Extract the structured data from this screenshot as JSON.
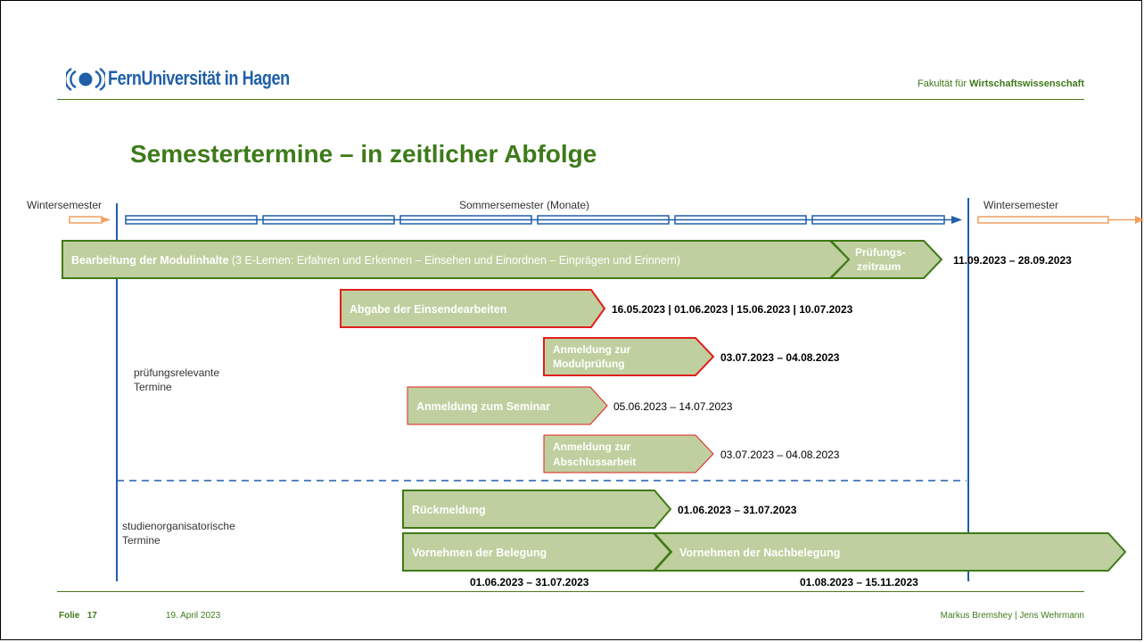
{
  "colors": {
    "green_dark": "#4a7a1a",
    "green_fill": "#bfcf9f",
    "green_stroke": "#3f7a16",
    "red_stroke": "#e0201c",
    "blue": "#1f5fa8",
    "orange": "#f0a060",
    "title_green": "#3e7a1a"
  },
  "header": {
    "logo_name": "FernUniversität in Hagen",
    "faculty_prefix": "Fakultät für ",
    "faculty_name": "Wirtschaftswissenschaft"
  },
  "title": "Semestertermine – in zeitlicher Abfolge",
  "timeline": {
    "left_label": "Wintersemester",
    "middle_label": "Sommersemester (Monate)",
    "right_label": "Wintersemester",
    "month_count": 6
  },
  "top_arrow": {
    "label_bold": "Bearbeitung der Modulinhalte",
    "label_rest": " (3 E-Lernen: Erfahren und Erkennen – Einsehen und Einordnen – Einprägen und Erinnern)",
    "exam_line1": "Prüfungs-",
    "exam_line2": "zeitraum",
    "exam_dates": "11.09.2023 – 28.09.2023"
  },
  "section_labels": {
    "exam_relevant_line1": "prüfungsrelevante",
    "exam_relevant_line2": "Termine",
    "org_line1": "studienorganisatorische",
    "org_line2": "Termine"
  },
  "items": {
    "submissions": {
      "label": "Abgabe der Einsendearbeiten",
      "dates": "16.05.2023 | 01.06.2023 | 15.06.2023 | 10.07.2023"
    },
    "module_exam": {
      "line1": "Anmeldung zur",
      "line2": "Modulprüfung",
      "dates": "03.07.2023 – 04.08.2023"
    },
    "seminar": {
      "label": "Anmeldung zum Seminar",
      "dates": "05.06.2023 – 14.07.2023"
    },
    "thesis": {
      "line1": "Anmeldung zur",
      "line2": "Abschlussarbeit",
      "dates": "03.07.2023 – 04.08.2023"
    },
    "reregistration": {
      "label": "Rückmeldung",
      "dates": "01.06.2023 – 31.07.2023"
    },
    "enrollment": {
      "label": "Vornehmen der Belegung",
      "dates": "01.06.2023 – 31.07.2023"
    },
    "late_enrollment": {
      "label": "Vornehmen der Nachbelegung",
      "dates": "01.08.2023 – 15.11.2023"
    }
  },
  "footer": {
    "slide_label": "Folie",
    "slide_number": "17",
    "date": "19. April 2023",
    "authors": "Markus Bremshey | Jens Wehrmann"
  }
}
